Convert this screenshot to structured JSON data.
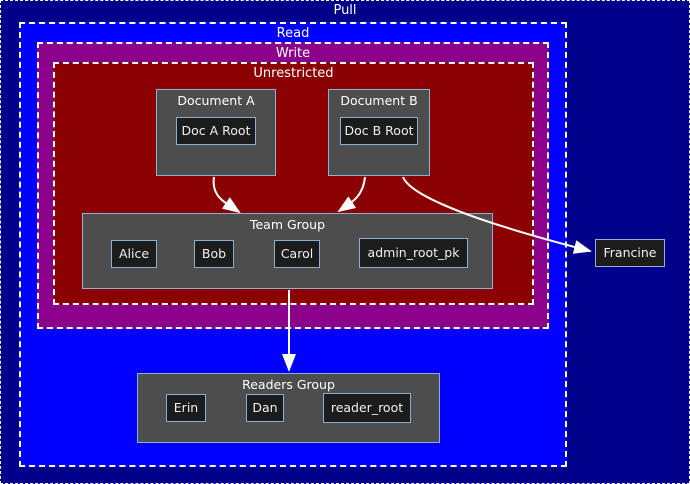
{
  "diagram": {
    "title": "Pull",
    "regions": [
      {
        "id": "pull",
        "label": "Pull",
        "color": "#00008B"
      },
      {
        "id": "read",
        "label": "Read",
        "color": "#0000FF"
      },
      {
        "id": "write",
        "label": "Write",
        "color": "#8B008B"
      },
      {
        "id": "unrestricted",
        "label": "Unrestricted",
        "color": "#8B0000"
      }
    ],
    "documents": [
      {
        "id": "doc-a",
        "title": "Document A",
        "root": "Doc A Root"
      },
      {
        "id": "doc-b",
        "title": "Document B",
        "root": "Doc B Root"
      }
    ],
    "groups": [
      {
        "id": "team-group",
        "title": "Team Group",
        "members": [
          "Alice",
          "Bob",
          "Carol",
          "admin_root_pk"
        ]
      },
      {
        "id": "readers-group",
        "title": "Readers Group",
        "members": [
          "Erin",
          "Dan",
          "reader_root"
        ]
      }
    ],
    "external_nodes": [
      {
        "id": "francine",
        "label": "Francine"
      }
    ],
    "edges": [
      {
        "from": "Document A",
        "to": "Team Group",
        "style": "curved-arrow"
      },
      {
        "from": "Document B",
        "to": "Team Group",
        "style": "curved-arrow"
      },
      {
        "from": "Document B",
        "to": "Francine",
        "style": "curved-arrow"
      },
      {
        "from": "Team Group",
        "to": "Readers Group",
        "style": "straight-arrow"
      }
    ],
    "colors": {
      "node_fill": "#4D4D4D",
      "leaf_fill": "#1C1C1C",
      "node_border": "#8CAFD4",
      "edge": "#FFFFFF",
      "region_border": "#FFFFFF"
    }
  }
}
